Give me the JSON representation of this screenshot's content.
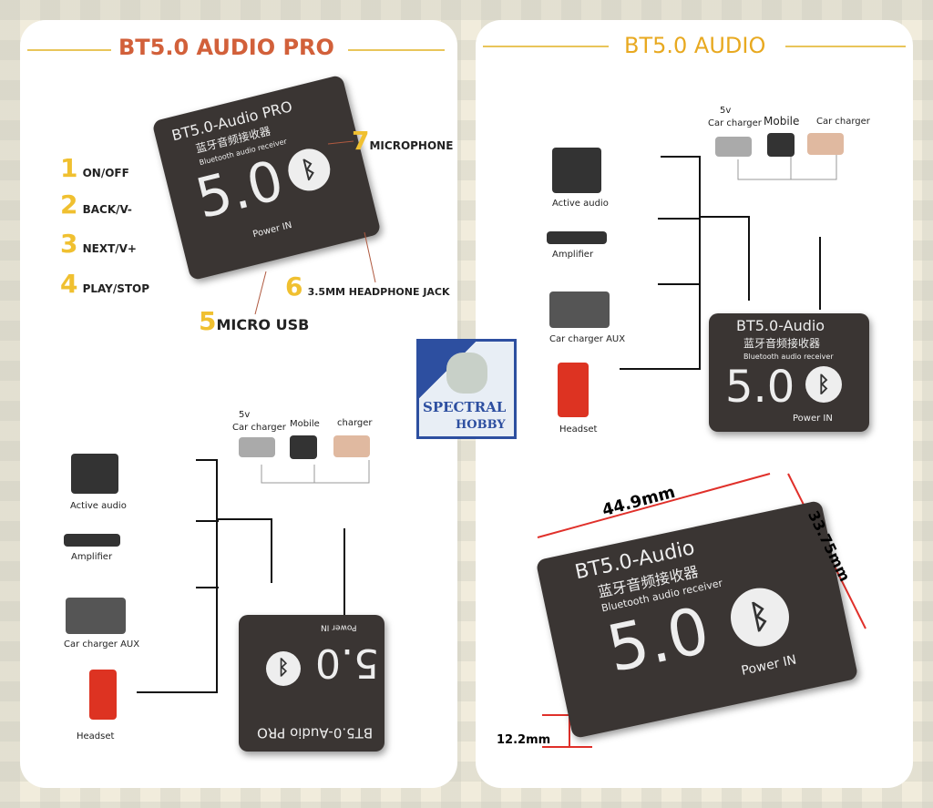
{
  "left": {
    "title": "BT5.0 AUDIO PRO",
    "device": {
      "model": "BT5.0-Audio PRO",
      "cn": "蓝牙音频接收器",
      "en": "Bluetooth audio receiver",
      "big": "5.0",
      "power": "Power IN"
    },
    "callouts": [
      {
        "n": "1",
        "label": "ON/OFF"
      },
      {
        "n": "2",
        "label": "BACK/V-"
      },
      {
        "n": "3",
        "label": "NEXT/V+"
      },
      {
        "n": "4",
        "label": "PLAY/STOP"
      },
      {
        "n": "5",
        "label": "MICRO USB"
      },
      {
        "n": "6",
        "label": "3.5MM HEADPHONE JACK"
      },
      {
        "n": "7",
        "label": "MICROPHONE"
      }
    ],
    "wiring": {
      "power_top": "5v",
      "power": [
        "Car charger",
        "Mobile",
        "charger"
      ],
      "sources": [
        "Active audio",
        "Amplifier",
        "Car charger AUX",
        "Headset"
      ]
    }
  },
  "right": {
    "title": "BT5.0 AUDIO",
    "device": {
      "model": "BT5.0-Audio",
      "cn": "蓝牙音频接收器",
      "en": "Bluetooth audio receiver",
      "big": "5.0",
      "power": "Power IN"
    },
    "wiring": {
      "power_top": "5v",
      "power": [
        "Car charger",
        "Mobile",
        "Car charger"
      ],
      "sources": [
        "Active audio",
        "Amplifier",
        "Car charger AUX",
        "Headset"
      ]
    },
    "dimensions": {
      "width": "44.9mm",
      "depth": "33.75mm",
      "height": "12.2mm"
    }
  },
  "logo": {
    "line1": "SPECTRAL",
    "line2": "HOBBY"
  },
  "colors": {
    "title_left": "#d2603a",
    "title_right": "#e8a920",
    "accent": "#f0c030",
    "dim": "#e0302a"
  }
}
